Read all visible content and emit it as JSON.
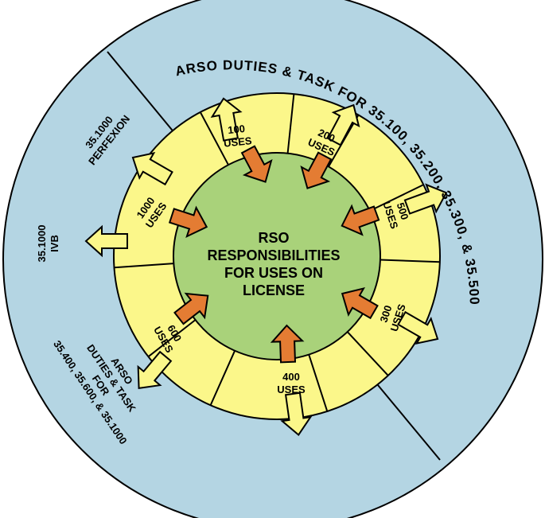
{
  "center": {
    "lines": [
      "RSO",
      "RESPONSIBILITIES",
      "FOR USES ON",
      "LICENSE"
    ]
  },
  "outer_labels": {
    "arso_top": "ARSO DUTIES & TASK FOR 35.100, 35.200, 35.300, & 35.500",
    "perfexion": [
      "35.1000",
      "PERFEXION"
    ],
    "ivb": [
      "35.1000",
      "IVB"
    ],
    "arso_bottom": [
      "ARSO",
      "DUTIES & TASK",
      "FOR",
      "35.400, 35.600, & 35.1000"
    ]
  },
  "uses": [
    {
      "lines": [
        "100",
        "USES"
      ]
    },
    {
      "lines": [
        "200",
        "USES"
      ]
    },
    {
      "lines": [
        "500",
        "USES"
      ]
    },
    {
      "lines": [
        "300",
        "USES"
      ]
    },
    {
      "lines": [
        "400",
        "USES"
      ]
    },
    {
      "lines": [
        "600",
        "USES"
      ]
    },
    {
      "lines": [
        "1000",
        "USES"
      ]
    }
  ],
  "colors": {
    "outer_fill": "#b4d5e3",
    "ring_fill": "#fbf78a",
    "center_fill": "#a9d27a",
    "inward_arrow": "#e47c33",
    "outward_arrow": "#fbf78a",
    "stroke": "#000000"
  }
}
